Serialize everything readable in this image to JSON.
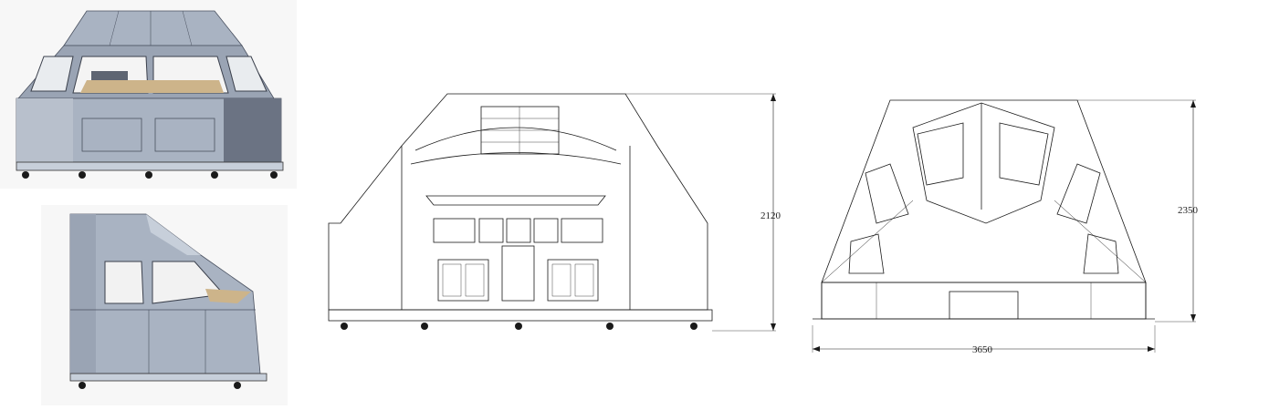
{
  "views": {
    "iso": {
      "name": "isometric-3d-render"
    },
    "side": {
      "name": "side-3d-render"
    },
    "front": {
      "name": "front-technical-drawing",
      "height_dim": "2120"
    },
    "back": {
      "name": "rear-technical-drawing",
      "height_dim": "2350",
      "width_dim": "3650"
    }
  },
  "colors": {
    "shell": "#a9b3c2",
    "shell_dark": "#6b7383",
    "shell_light": "#c7cfda",
    "floor": "#cdb48a",
    "line": "#1a1a1a"
  }
}
